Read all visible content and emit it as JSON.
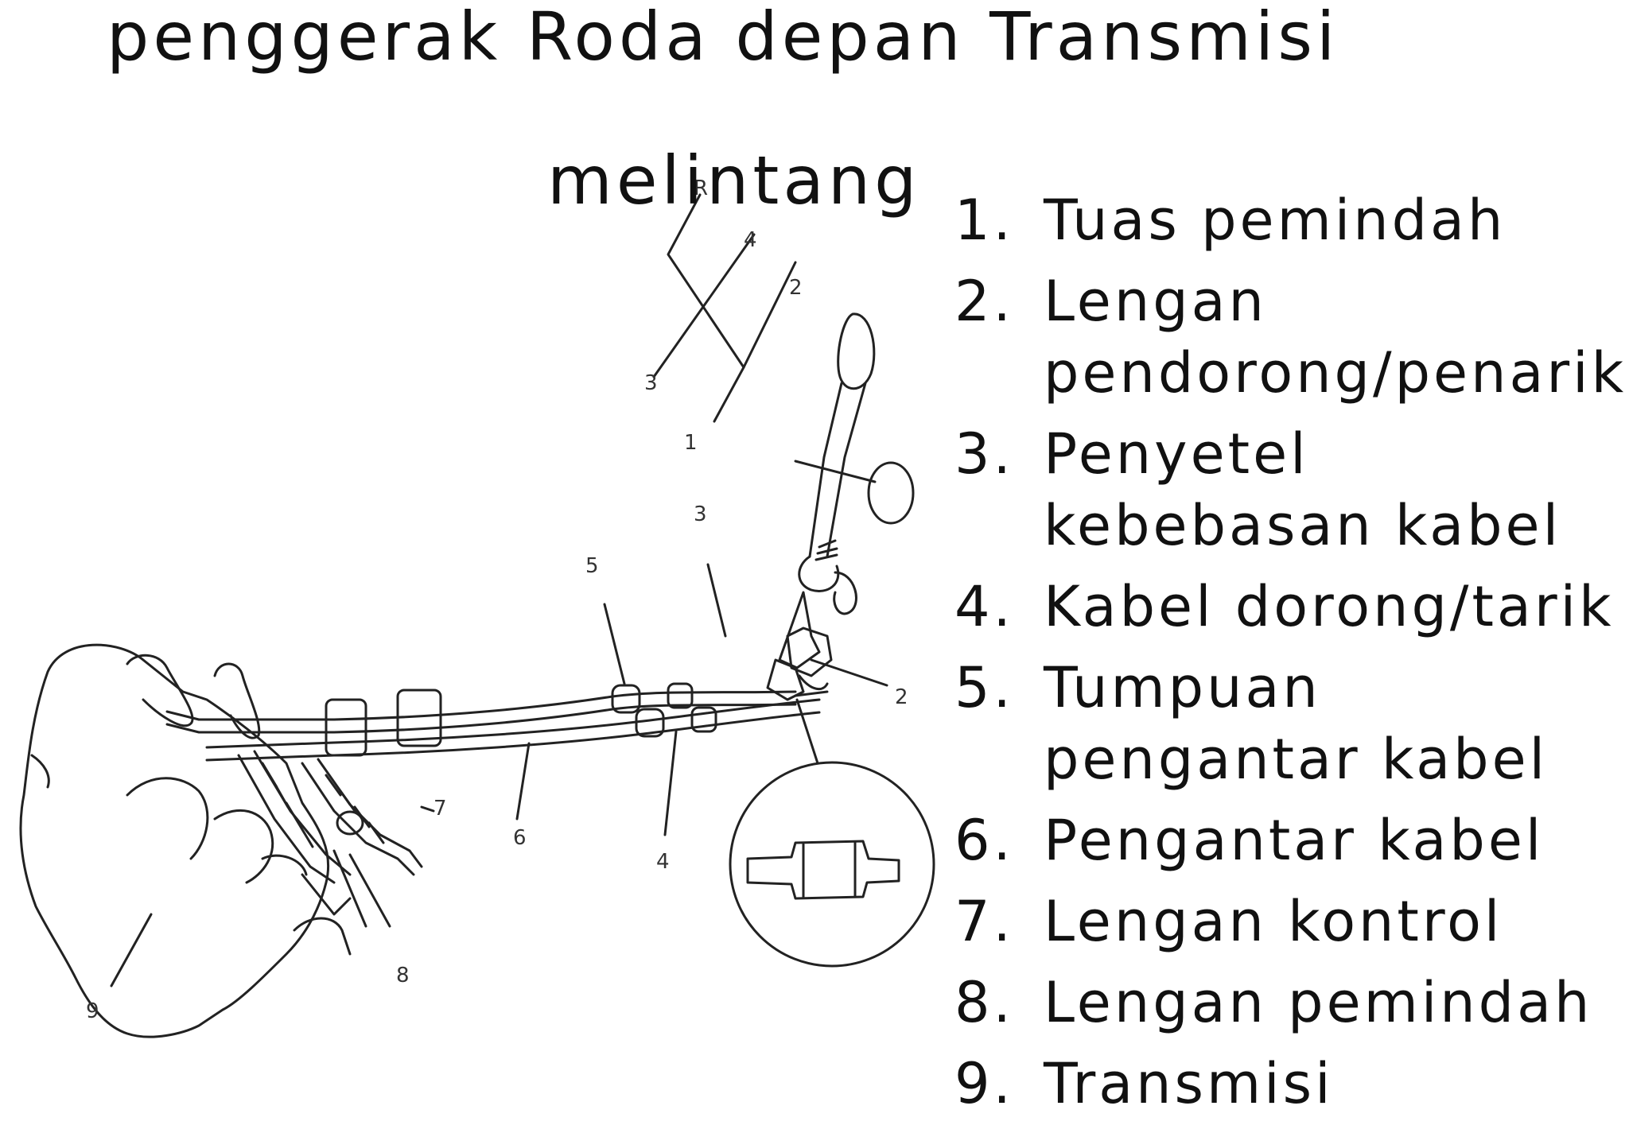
{
  "title": {
    "line1": "penggerak Roda depan Transmisi",
    "line2": "melintang"
  },
  "legend": [
    {
      "num": "1.",
      "label": "Tuas pemindah"
    },
    {
      "num": "2.",
      "label": "Lengan pendorong/penarik"
    },
    {
      "num": "3.",
      "label": "Penyetel kebebasan kabel"
    },
    {
      "num": "4.",
      "label": "Kabel dorong/tarik"
    },
    {
      "num": "5.",
      "label": "Tumpuan pengantar kabel"
    },
    {
      "num": "6.",
      "label": "Pengantar kabel"
    },
    {
      "num": "7.",
      "label": "Lengan kontrol"
    },
    {
      "num": "8.",
      "label": "Lengan pemindah"
    },
    {
      "num": "9.",
      "label": "Transmisi"
    }
  ],
  "callouts": {
    "inset_r": "R",
    "inset_4": "4",
    "inset_2": "2",
    "inset_3": "3",
    "inset_1": "1",
    "c3": "3",
    "c5": "5",
    "c2": "2",
    "c7": "7",
    "c6": "6",
    "c4": "4",
    "c8": "8",
    "c9": "9"
  }
}
